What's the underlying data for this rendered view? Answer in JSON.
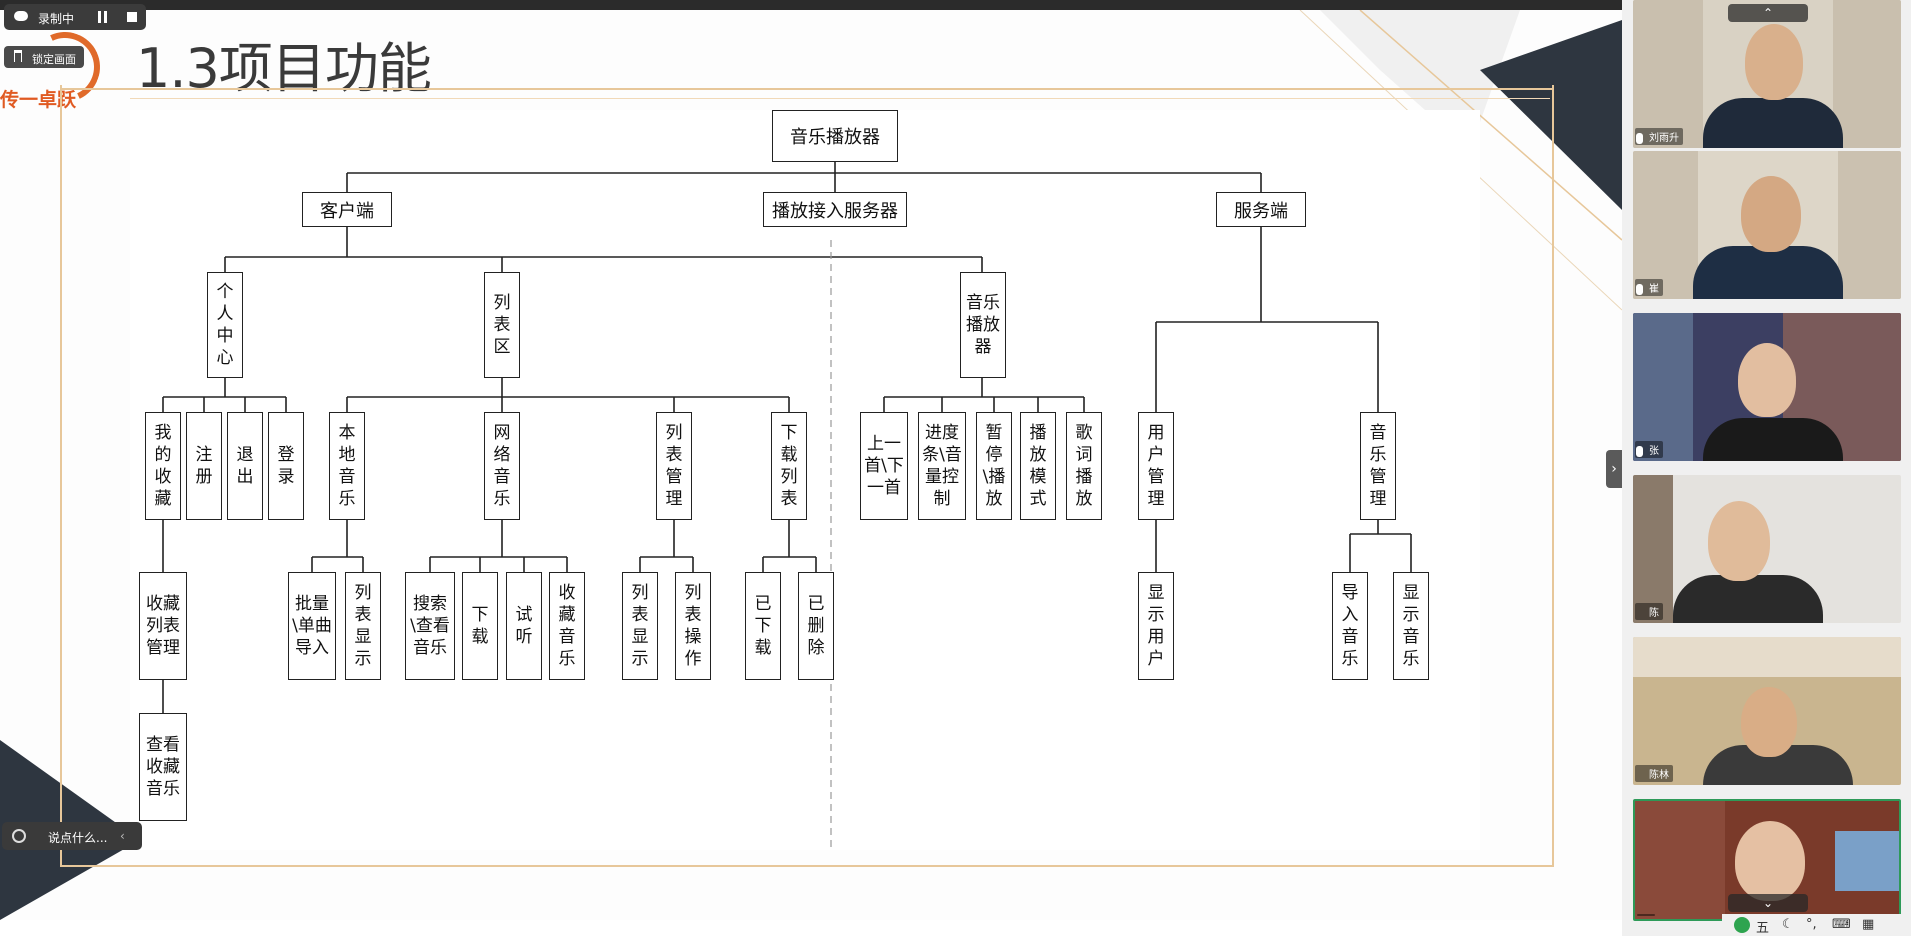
{
  "slide": {
    "title": "1.3项目功能",
    "logo_text": "传一卓跃"
  },
  "recording": {
    "status_label": "录制中",
    "lock_label": "锁定画面"
  },
  "chat": {
    "placeholder": "说点什么...",
    "collapse_glyph": "‹"
  },
  "diagram": {
    "root": "音乐播放器",
    "level1": [
      "客户端",
      "播放接入服务器",
      "服务端"
    ],
    "client_groups": [
      "个人中心",
      "列表区",
      "音乐播放器"
    ],
    "personal": [
      "我的收藏",
      "注册",
      "退出",
      "登录"
    ],
    "favorites_chain": [
      "收藏列表管理",
      "查看收藏音乐"
    ],
    "list_area": [
      "本地音乐",
      "网络音乐",
      "列表管理",
      "下载列表"
    ],
    "local_music": [
      "批量\\单曲导入",
      "列表显示"
    ],
    "net_music": [
      "搜索\\查看音乐",
      "下载",
      "试听",
      "收藏音乐"
    ],
    "list_manage": [
      "列表显示",
      "列表操作"
    ],
    "download_list": [
      "已下载",
      "已删除"
    ],
    "player": [
      "上一首\\下一首",
      "进度条\\音量控制",
      "暂停\\播放",
      "播放模式",
      "歌词播放"
    ],
    "server": [
      "用户管理",
      "音乐管理"
    ],
    "user_manage": [
      "显示用户"
    ],
    "music_manage": [
      "导入音乐",
      "显示音乐"
    ]
  },
  "participants": [
    {
      "name": "刘雨升",
      "muted": true
    },
    {
      "name": "崔",
      "muted": true
    },
    {
      "name": "张",
      "muted": false
    },
    {
      "name": "陈",
      "muted": false
    },
    {
      "name": "陈林",
      "muted": false
    },
    {
      "name": "",
      "muted": false
    }
  ],
  "side_panel": {
    "up_glyph": "⌃",
    "down_glyph": "⌄",
    "handle_glyph": "›"
  },
  "tray": {
    "ime_label": "五"
  },
  "colors": {
    "frame_accent": "#e7c79a",
    "logo_orange": "#e05a22",
    "box_border": "#222222"
  }
}
